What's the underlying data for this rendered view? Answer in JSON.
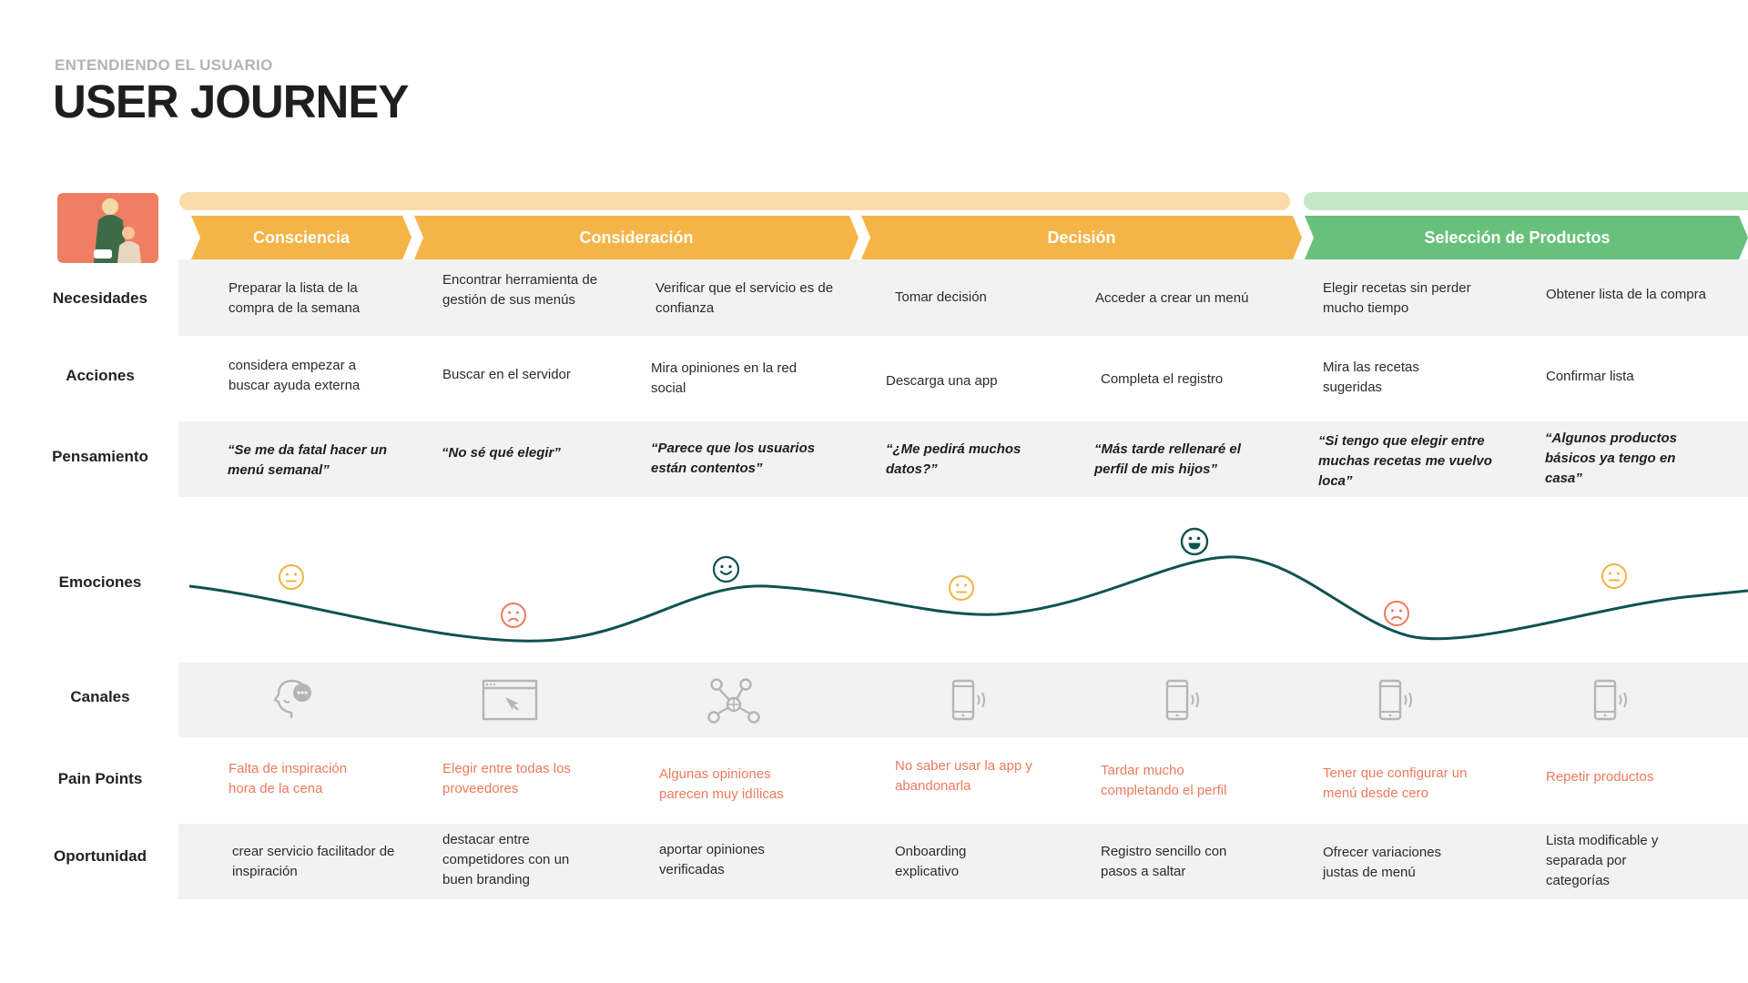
{
  "header": {
    "subtitle": "ENTENDIENDO EL USUARIO",
    "title": "USER JOURNEY"
  },
  "stages": [
    {
      "label": "Consciencia",
      "color": "#f5b448"
    },
    {
      "label": "Consideración",
      "color": "#f5b448"
    },
    {
      "label": "Decisión",
      "color": "#f5b448"
    },
    {
      "label": "Selección de  Productos",
      "color": "#68c17a"
    }
  ],
  "rows": {
    "necesidades": {
      "label": "Necesidades",
      "cells": [
        "Preparar la lista de la compra de la semana",
        "Encontrar herramienta de gestión de sus menús",
        "Verificar que el servicio es de confianza",
        "Tomar decisión",
        "Acceder a crear un menú",
        "Elegir recetas sin perder mucho tiempo",
        "Obtener lista de la compra"
      ]
    },
    "acciones": {
      "label": "Acciones",
      "cells": [
        "considera empezar a buscar ayuda externa",
        "Buscar en el servidor",
        "Mira opiniones en la red social",
        "Descarga una app",
        "Completa el registro",
        "Mira las recetas sugeridas",
        "Confirmar lista"
      ]
    },
    "pensamiento": {
      "label": "Pensamiento",
      "cells": [
        "“Se me da fatal hacer un menú semanal”",
        "“No sé qué elegir”",
        "“Parece que los usuarios están contentos”",
        "“¿Me pedirá muchos datos?”",
        "“Más tarde rellenaré el perfil de mis hijos”",
        "“Si tengo que elegir entre muchas recetas me vuelvo loca”",
        "“Algunos productos básicos ya tengo en casa”"
      ]
    },
    "emociones": {
      "label": "Emociones",
      "faces": [
        "neutral",
        "sad",
        "content",
        "neutral",
        "happy",
        "sad",
        "neutral"
      ]
    },
    "canales": {
      "label": "Canales",
      "icons": [
        "thinking-head-icon",
        "browser-window-icon",
        "social-network-icon",
        "smartphone-icon",
        "smartphone-icon",
        "smartphone-icon",
        "smartphone-icon"
      ]
    },
    "pain": {
      "label": "Pain Points",
      "cells": [
        "Falta de inspiración hora de la cena",
        "Elegir entre todas los proveedores",
        "Algunas opiniones parecen muy idílicas",
        "No saber usar la app y abandonarla",
        "Tardar mucho completando el perfil",
        "Tener que configurar un menú desde cero",
        "Repetir productos"
      ]
    },
    "oportunidad": {
      "label": "Oportunidad",
      "cells": [
        "crear servicio facilitador de inspiración",
        "destacar entre competidores con un buen branding",
        "aportar opiniones verificadas",
        "Onboarding explicativo",
        "Registro sencillo con pasos a saltar",
        "Ofrecer variaciones justas de menú",
        "Lista modificable y separada por categorías"
      ]
    }
  },
  "colors": {
    "orange": "#f5b448",
    "green": "#68c17a",
    "pain": "#ee7a5c",
    "curve": "#0f5350",
    "neutral_face": "#f3b23f",
    "sad_face": "#ee7a5c",
    "happy_face": "#0f5350"
  }
}
